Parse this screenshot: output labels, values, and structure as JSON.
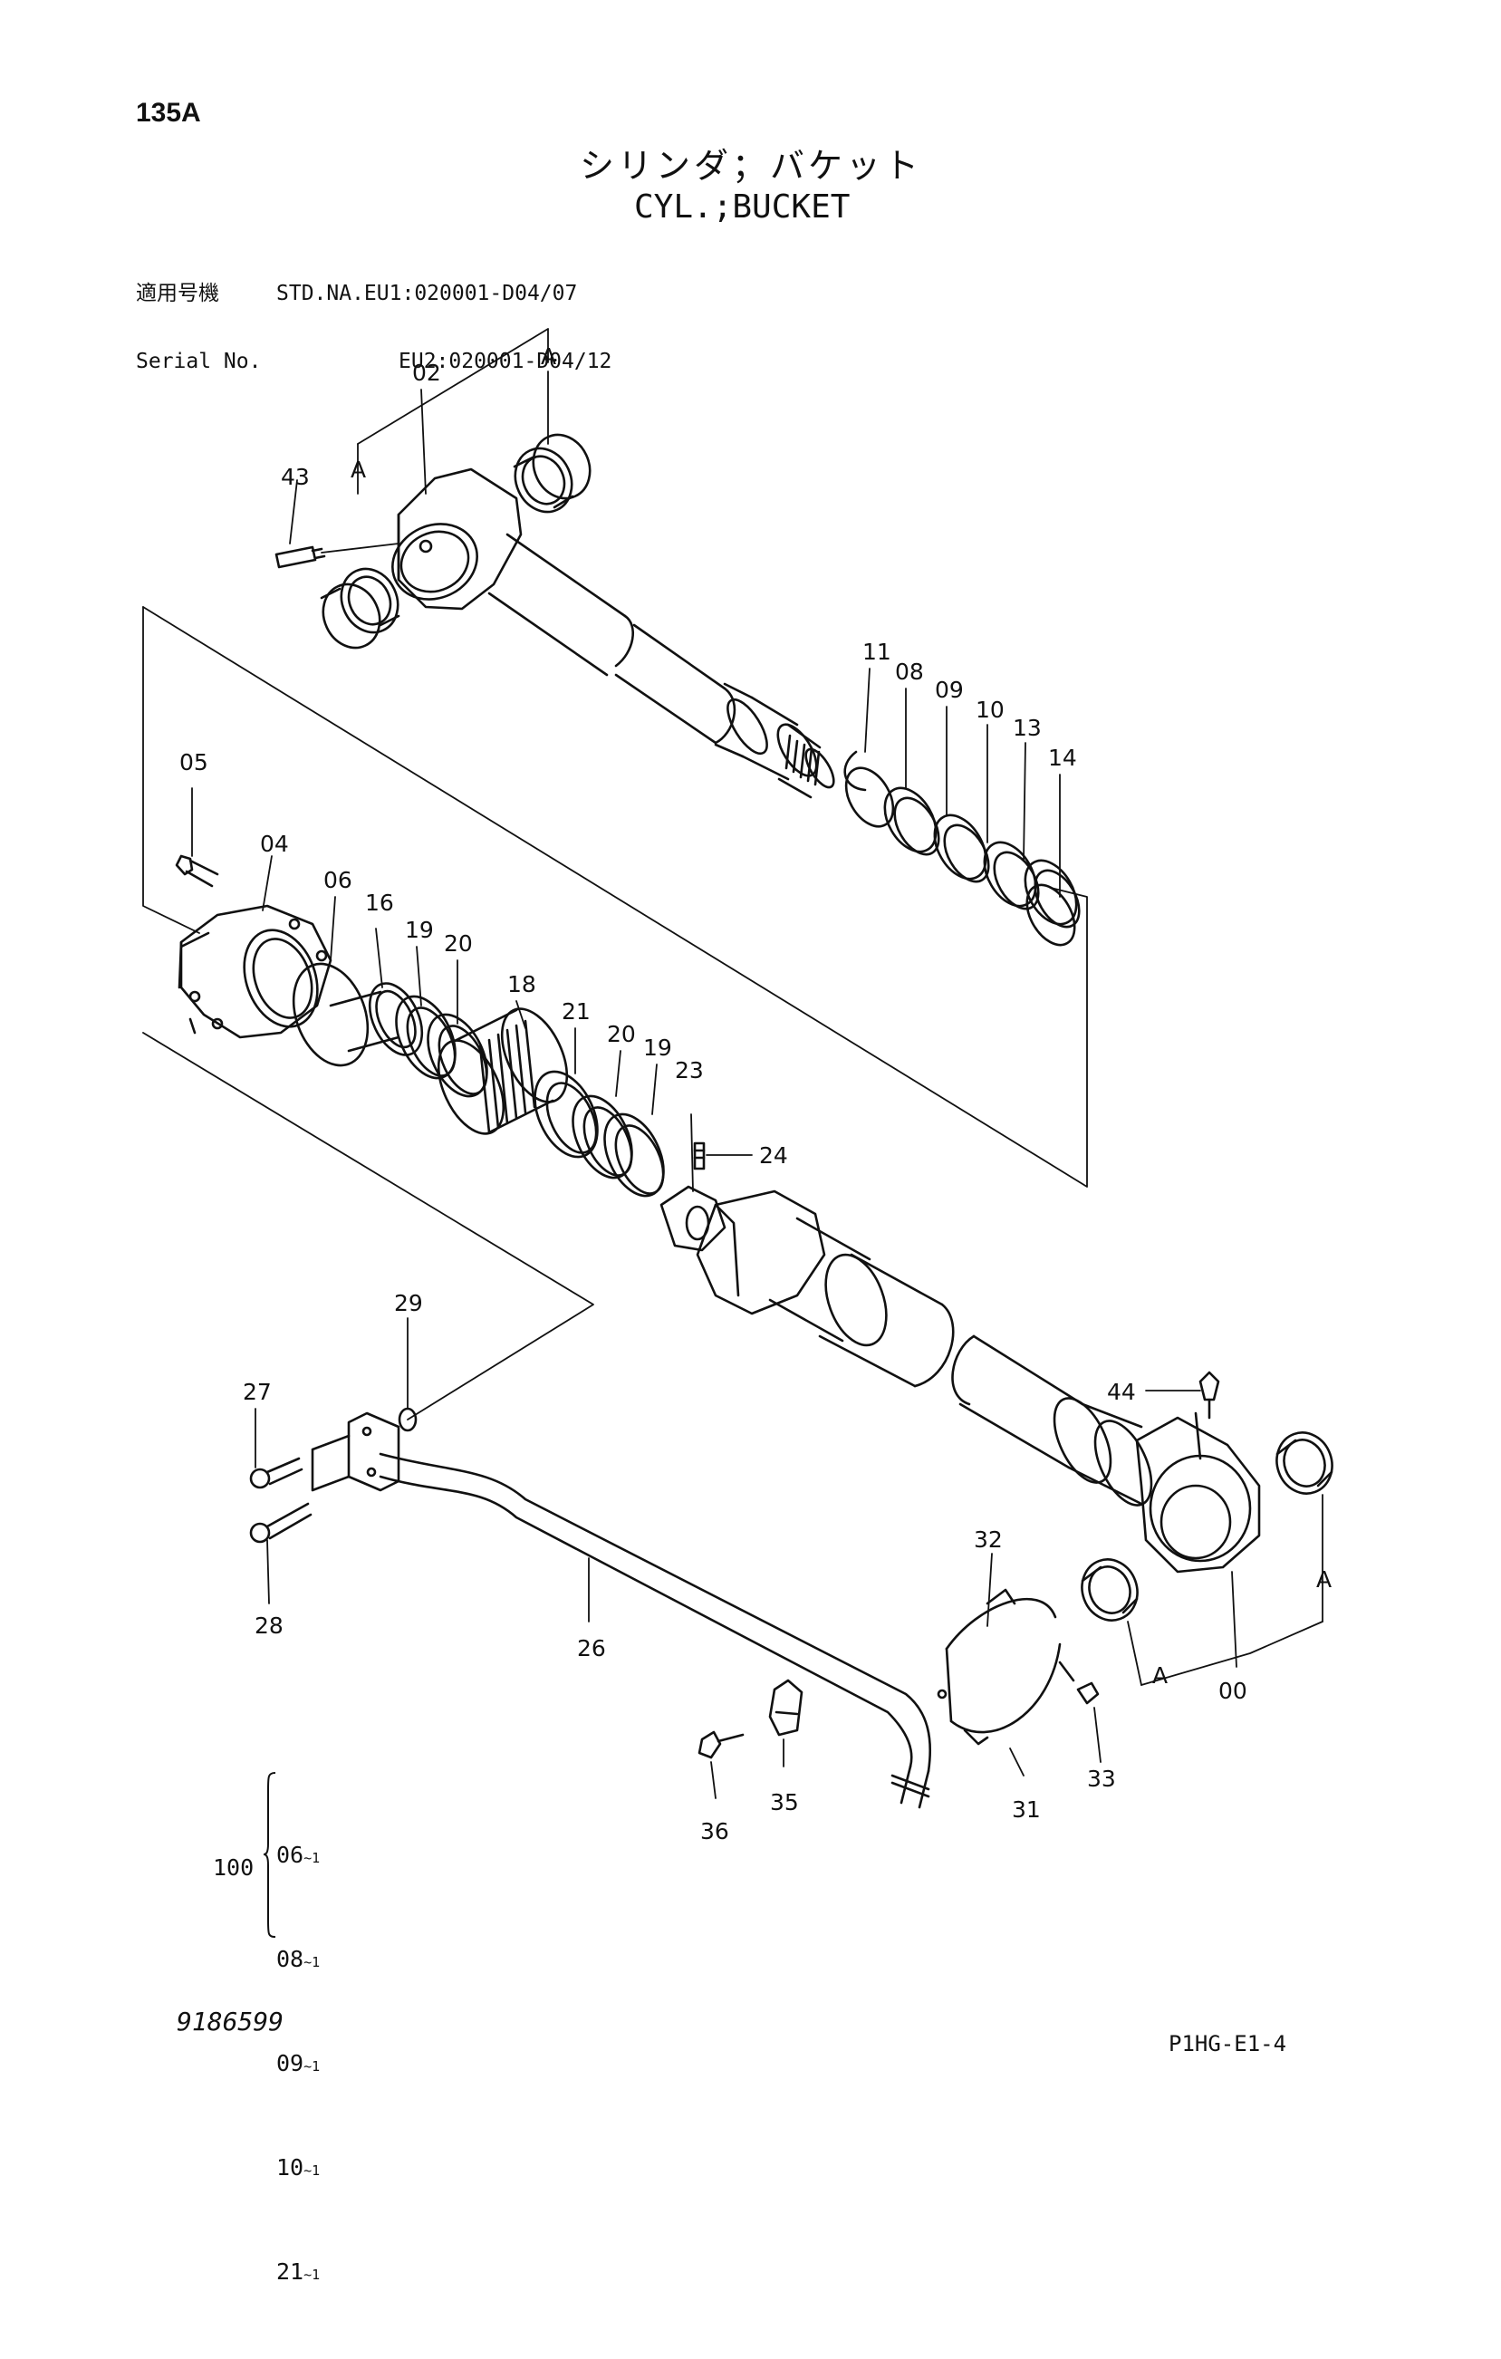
{
  "page_number": "135A",
  "title_jp": "シリンダ；バケット",
  "title_en": "CYL.;BUCKET",
  "serial": {
    "label_jp": "適用号機",
    "label_en": "Serial No.",
    "line1": "STD.NA.EU1:020001-D04/07",
    "line2": "EU2:020001-D04/12"
  },
  "kit": {
    "label": "100",
    "items": [
      "06",
      "08",
      "09",
      "10",
      "21"
    ],
    "qty": "~1"
  },
  "doc_number": "9186599",
  "sheet_code": "P1HG-E1-4",
  "callouts": {
    "c00": "00",
    "c02": "02",
    "c04": "04",
    "c05": "05",
    "c06": "06",
    "c08": "08",
    "c09": "09",
    "c10": "10",
    "c11": "11",
    "c13": "13",
    "c14": "14",
    "c16": "16",
    "c18": "18",
    "c19a": "19",
    "c19b": "19",
    "c20a": "20",
    "c20b": "20",
    "c21": "21",
    "c23": "23",
    "c24": "24",
    "c26": "26",
    "c27": "27",
    "c28": "28",
    "c29": "29",
    "c31": "31",
    "c32": "32",
    "c33": "33",
    "c35": "35",
    "c36": "36",
    "c43": "43",
    "c44": "44",
    "cA1": "A",
    "cA2": "A",
    "cA3": "A",
    "cA4": "A"
  },
  "icons": [
    "cylinder-rod-icon",
    "cylinder-tube-icon",
    "piston-icon",
    "seal-ring-icon",
    "bolt-icon",
    "grease-nipple-icon",
    "pipe-icon",
    "clamp-icon"
  ]
}
